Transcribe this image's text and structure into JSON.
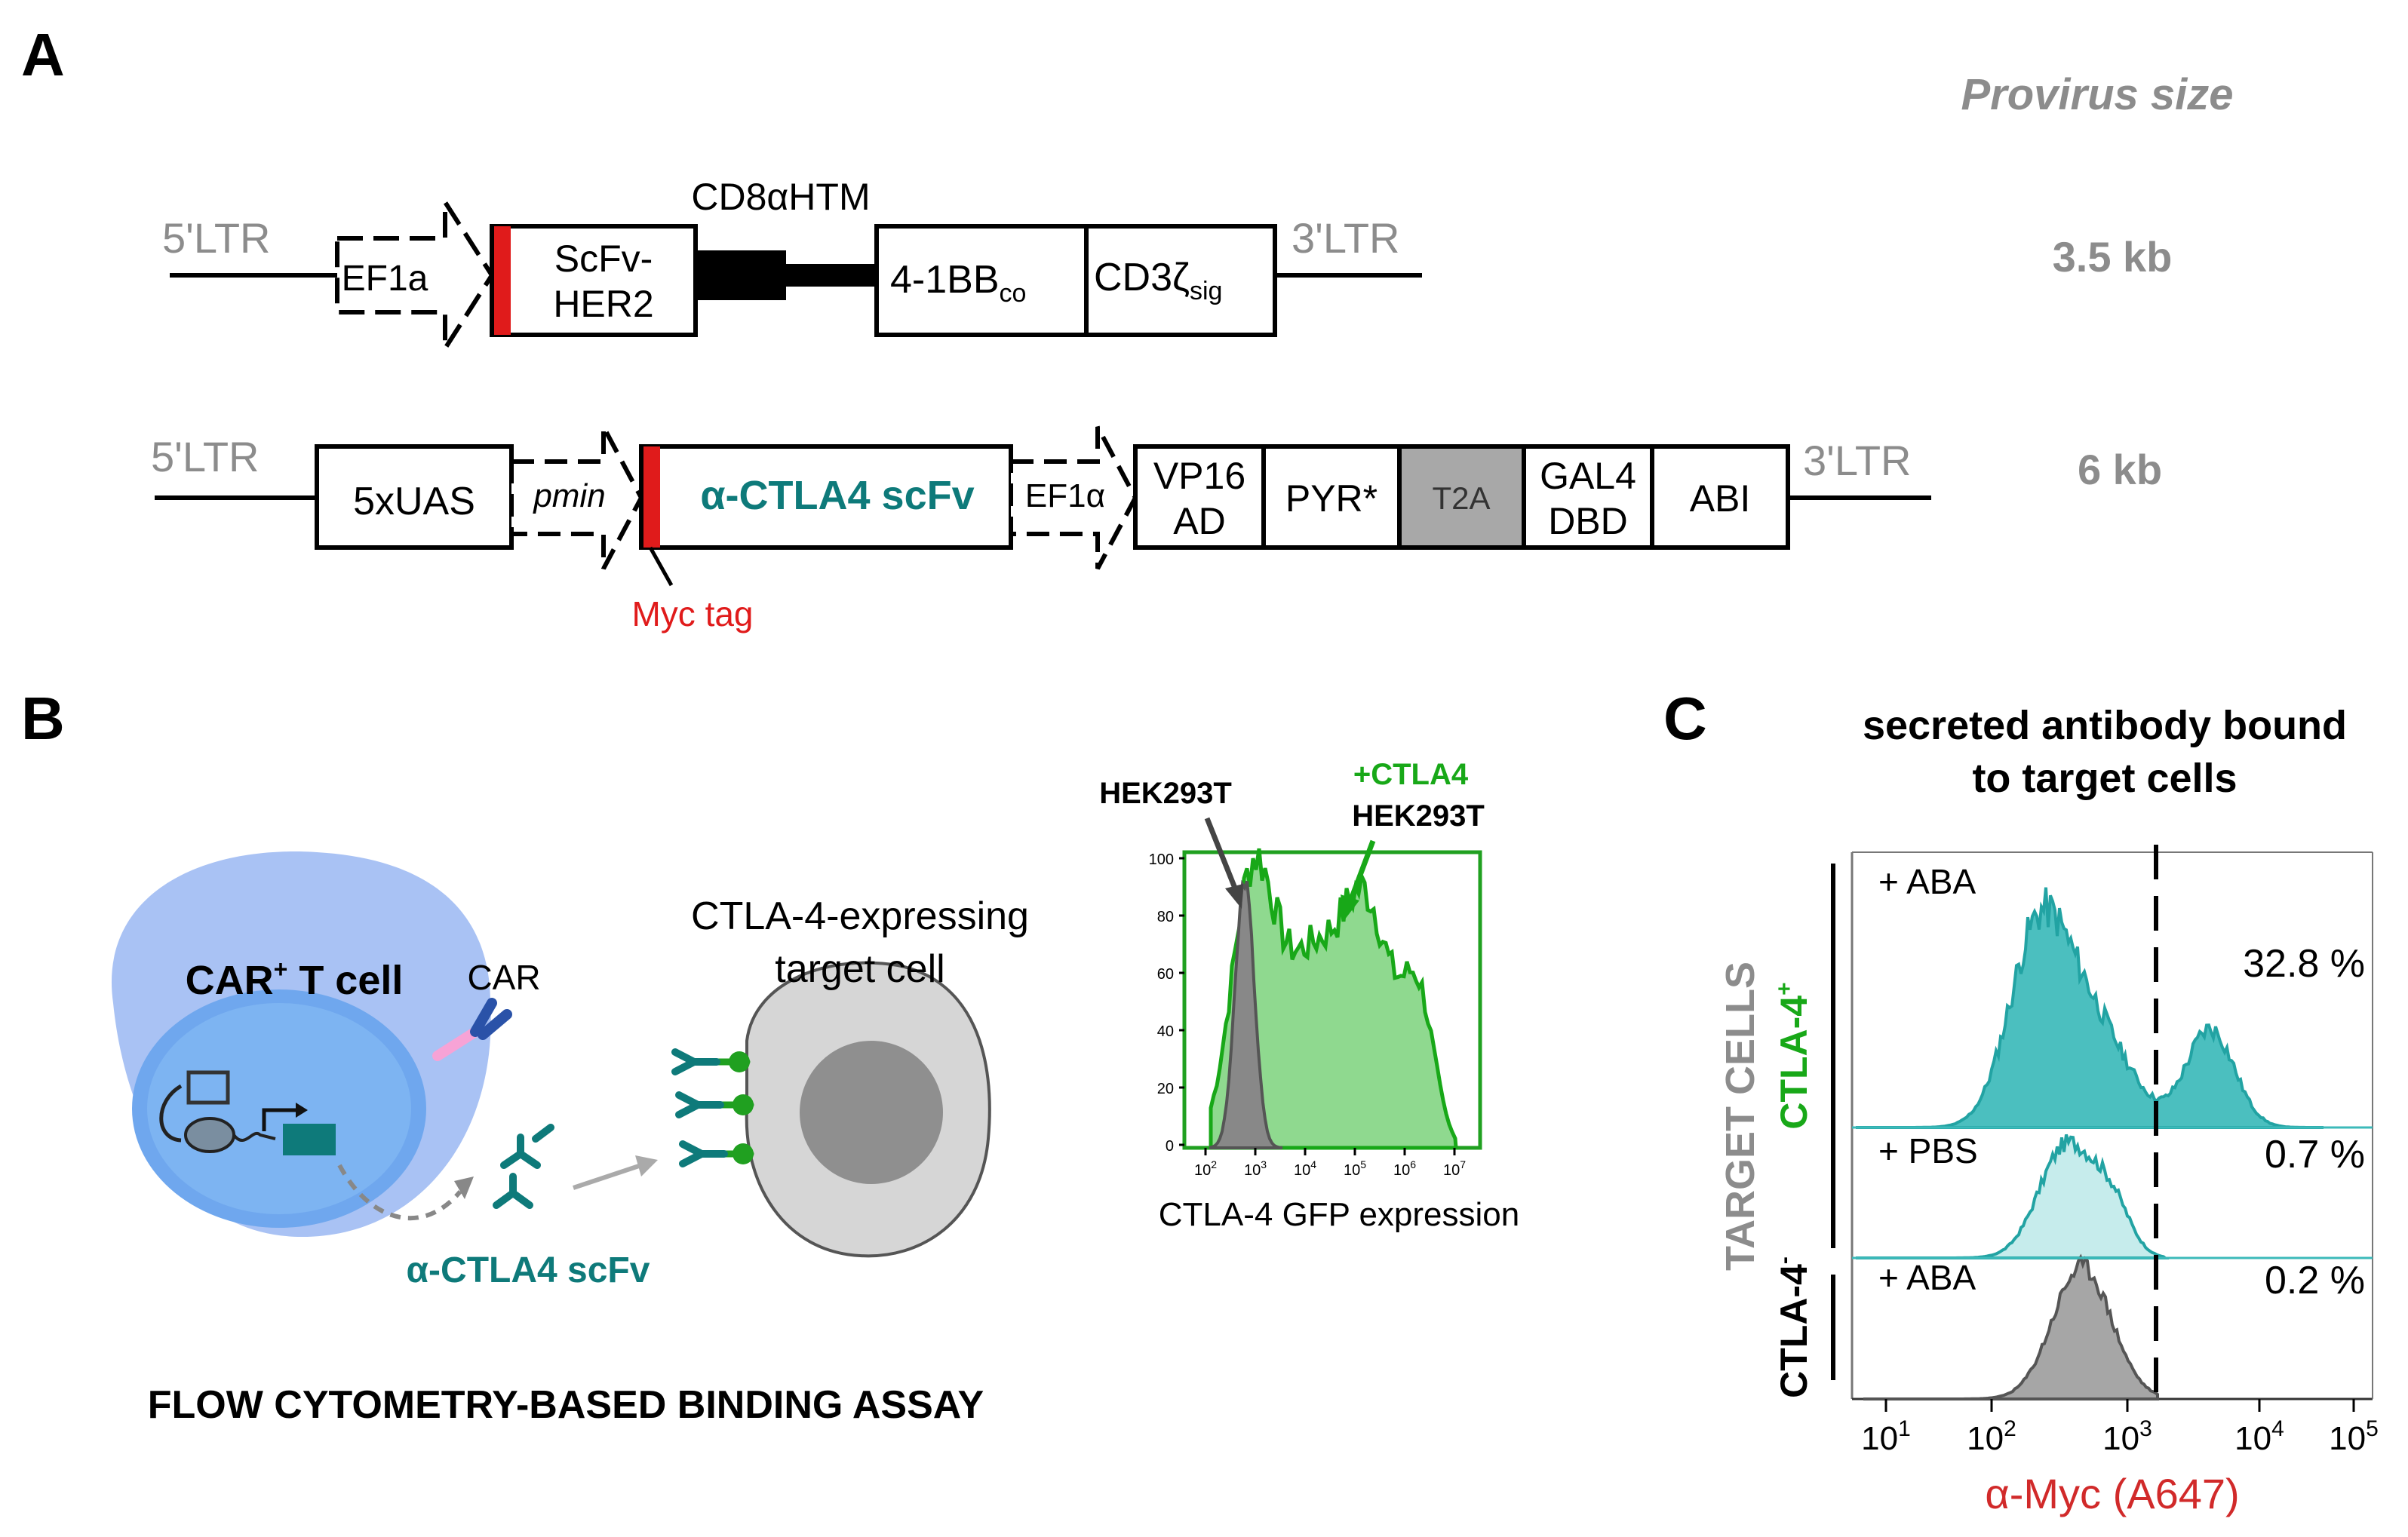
{
  "panel_a": {
    "letter": "A",
    "provirus_header": "Provirus size",
    "construct1": {
      "ltr5": "5'LTR",
      "ef1a": "EF1a",
      "scfv_line1": "ScFv-",
      "scfv_line2": "HER2",
      "cd8_label": "CD8αHTM",
      "box41bb_main": "4-1BB",
      "box41bb_sub": "co",
      "cd3_main": "CD3ζ",
      "cd3_sub": "sig",
      "ltr3": "3'LTR",
      "size": "3.5 kb"
    },
    "construct2": {
      "ltr5": "5'LTR",
      "uas": "5xUAS",
      "pmin": "pmin",
      "scfv": "α-CTLA4 scFv",
      "ef1a": "EF1α",
      "vp16_line1": "VP16",
      "vp16_line2": "AD",
      "pyr": "PYR*",
      "t2a": "T2A",
      "gal4_line1": "GAL4",
      "gal4_line2": "DBD",
      "abi": "ABI",
      "ltr3": "3'LTR",
      "myc": "Myc tag",
      "size": "6 kb"
    }
  },
  "panel_b": {
    "letter": "B",
    "car_t_main": "CAR",
    "car_t_sup": "+",
    "car_t_rest": " T cell",
    "car_label": "CAR",
    "target_line1": "CTLA-4-expressing",
    "target_line2": "target cell",
    "scfv_label": "α-CTLA4 scFv",
    "assay_title": "FLOW CYTOMETRY-BASED BINDING ASSAY",
    "histogram": {
      "label_hek": "HEK293T",
      "label_ctla4_line1": "+CTLA4",
      "label_ctla4_line2": "HEK293T",
      "xlabel": "CTLA-4 GFP expression",
      "y_ticks": [
        "0",
        "20",
        "40",
        "60",
        "80",
        "100"
      ],
      "x_tick_exps": [
        "2",
        "3",
        "4",
        "5",
        "6",
        "7"
      ],
      "x_tick_base": "10"
    }
  },
  "panel_c": {
    "letter": "C",
    "title_line1": "secreted antibody bound",
    "title_line2": "to target cells",
    "side_label": "TARGET CELLS",
    "ctla4_pos_main": "CTLA-4",
    "ctla4_pos_sup": "+",
    "ctla4_neg_main": "CTLA-4",
    "ctla4_neg_sup": "-",
    "row1_label": "+ ABA",
    "row1_pct": "32.8 %",
    "row2_label": "+ PBS",
    "row2_pct": "0.7 %",
    "row3_label": "+ ABA",
    "row3_pct": "0.2 %",
    "xlabel": "α-Myc (A647)",
    "x_tick_base": "10",
    "x_tick_exps": [
      "1",
      "2",
      "3",
      "4",
      "5"
    ]
  },
  "colors": {
    "green": "#18a818",
    "teal": "#0e7a7a",
    "teal_fill": "#3cbaba",
    "red": "#e01b1b",
    "gray_text": "#8c8c8c",
    "cell_blue": "#a9c2f4"
  }
}
